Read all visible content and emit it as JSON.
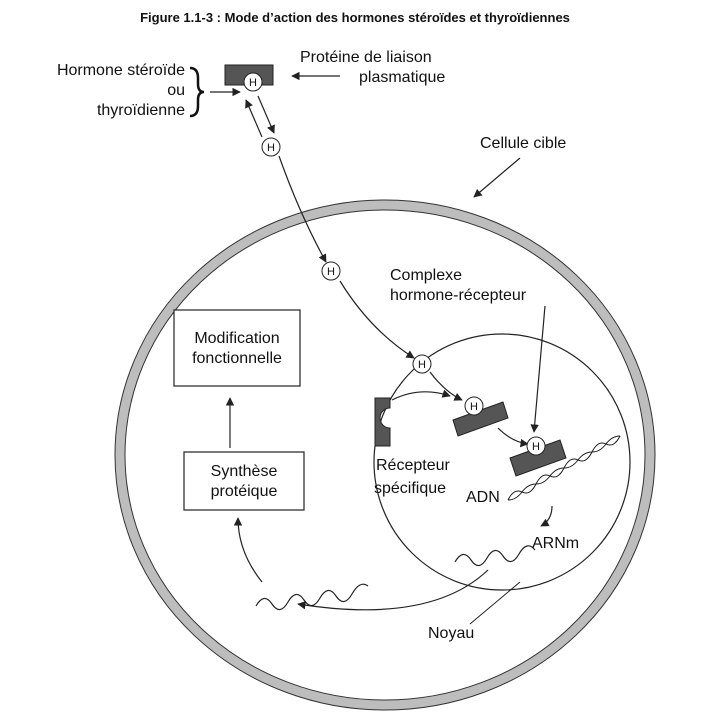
{
  "title": "Figure 1.1-3 : Mode d’action des hormones stéroïdes et thyroïdiennes",
  "labels": {
    "hormone_line1": "Hormone stéroïde",
    "hormone_line2": "ou",
    "hormone_line3": "thyroïdienne",
    "plasma_protein_line1": "Protéine de liaison",
    "plasma_protein_line2": "plasmatique",
    "target_cell": "Cellule cible",
    "complex_line1": "Complexe",
    "complex_line2": "hormone-récepteur",
    "receptor_line1": "Récepteur",
    "receptor_line2": "spécifique",
    "dna": "ADN",
    "mrna": "ARNm",
    "nucleus": "Noyau",
    "modification_line1": "Modification",
    "modification_line2": "fonctionnelle",
    "synthesis_line1": "Synthèse",
    "synthesis_line2": "protéique",
    "hormone_symbol": "H"
  },
  "colors": {
    "receptor": "#555555",
    "membrane": "#bdbdbd",
    "stroke": "#222222"
  }
}
